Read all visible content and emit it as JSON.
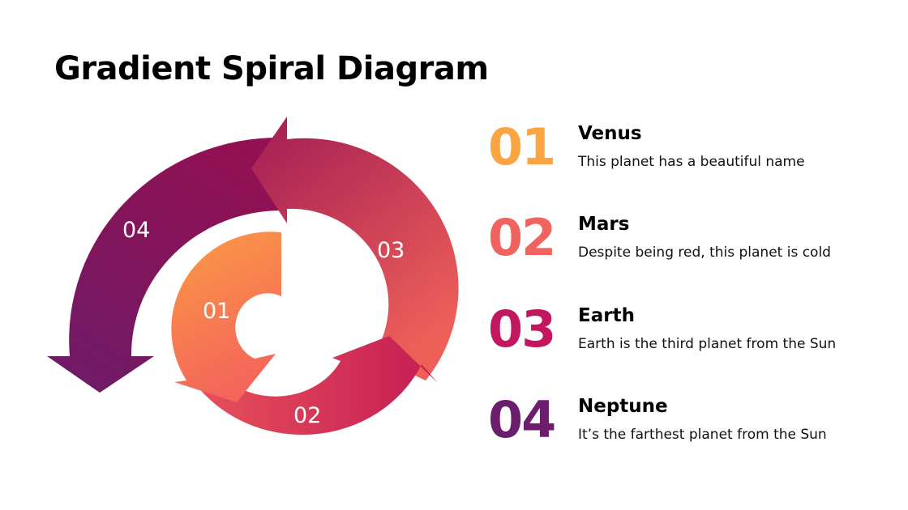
{
  "title": "Gradient Spiral Diagram",
  "diagram": {
    "arrows": [
      {
        "label": "01",
        "gradient": [
          "#fb9a45",
          "#f4665a"
        ]
      },
      {
        "label": "02",
        "gradient": [
          "#e2465e",
          "#c81f56"
        ]
      },
      {
        "label": "03",
        "gradient": [
          "#a21e55",
          "#ea5a58"
        ]
      },
      {
        "label": "04",
        "gradient": [
          "#8c1153",
          "#6e1a66"
        ]
      }
    ]
  },
  "items": [
    {
      "number": "01",
      "name": "Venus",
      "description": "This planet has a beautiful name",
      "color": "#fba442"
    },
    {
      "number": "02",
      "name": "Mars",
      "description": "Despite being red, this planet is cold",
      "color": "#f0635e"
    },
    {
      "number": "03",
      "name": "Earth",
      "description": "Earth is the third planet from the Sun",
      "color": "#c2175e"
    },
    {
      "number": "04",
      "name": "Neptune",
      "description": "It’s the farthest planet from the Sun",
      "color": "#6c1d6b"
    }
  ]
}
